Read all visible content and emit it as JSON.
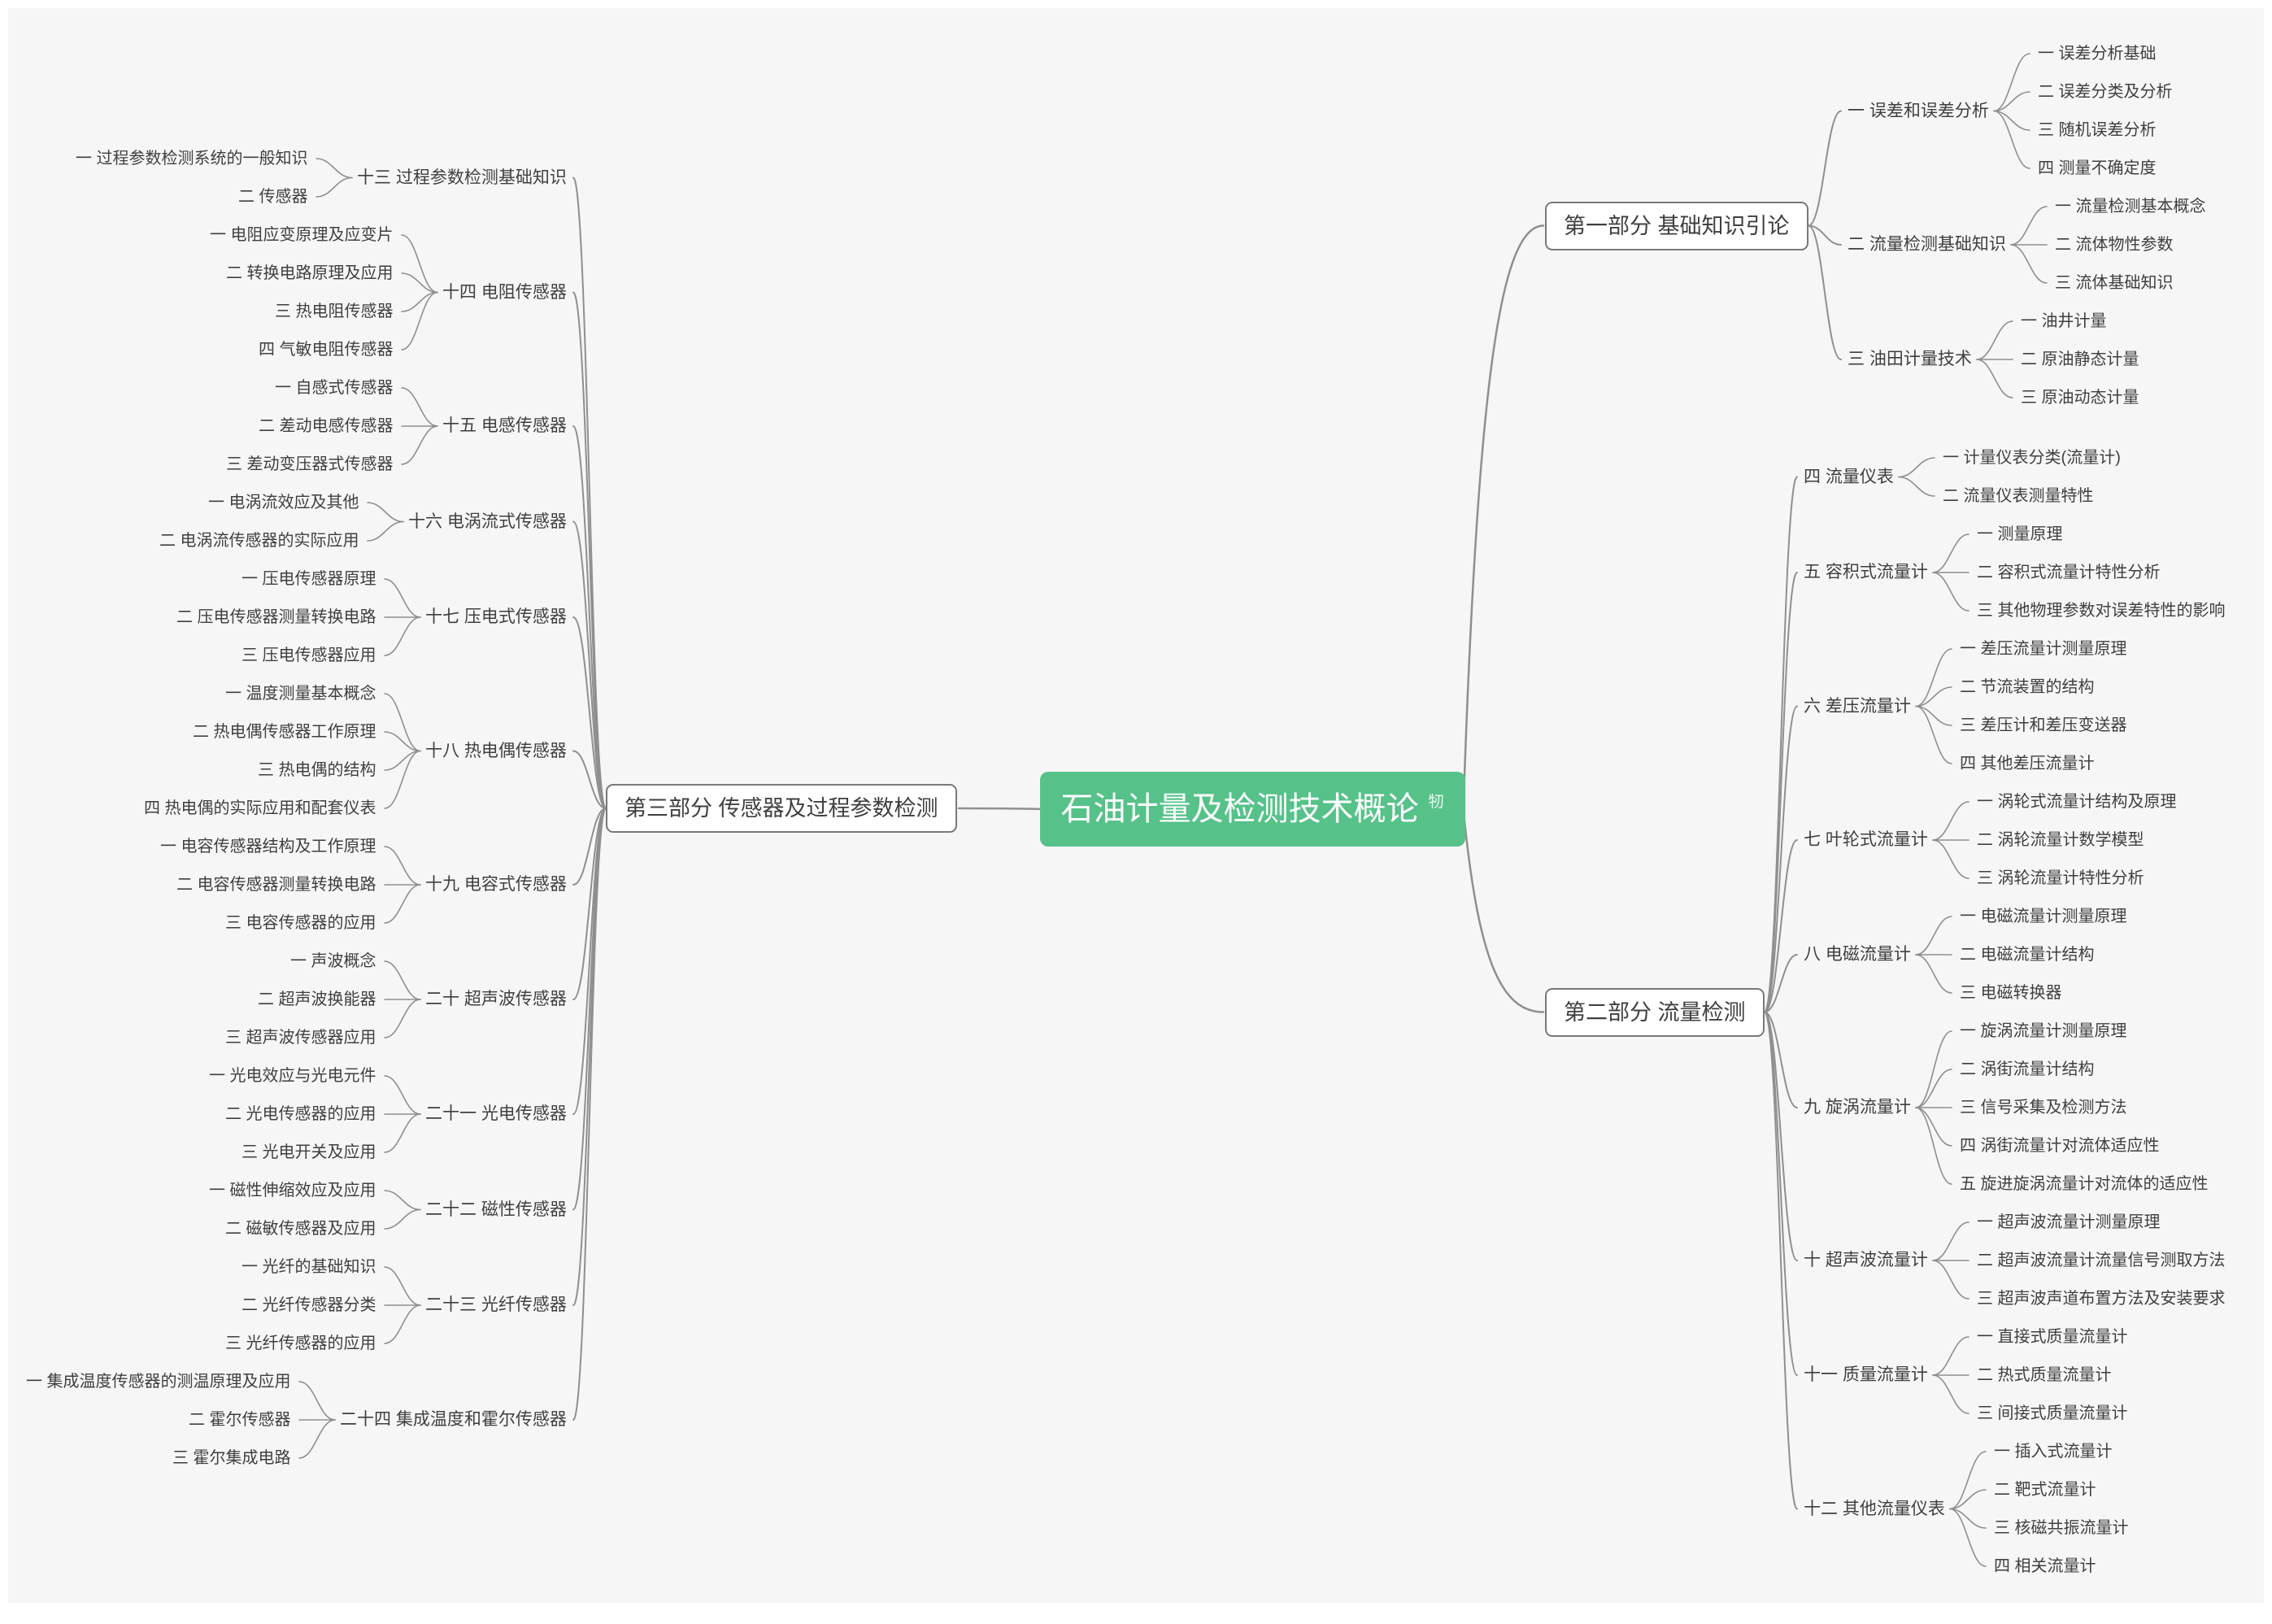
{
  "colors": {
    "canvas_bg": "#f6f6f6",
    "frame": "#ffffff",
    "line": "#8f8f8f",
    "text": "#3f3f3f",
    "part_border": "#787878",
    "part_bg": "#ffffff",
    "root_bg": "#56c289",
    "root_text": "#ffffff"
  },
  "root": {
    "label": "石油计量及检测技术概论",
    "badge": "牣"
  },
  "parts": [
    {
      "label": "第一部分 基础知识引论",
      "side": "right",
      "chapters": [
        {
          "label": "一 误差和误差分析",
          "children": [
            "一 误差分析基础",
            "二 误差分类及分析",
            "三 随机误差分析",
            "四 测量不确定度"
          ]
        },
        {
          "label": "二 流量检测基础知识",
          "children": [
            "一 流量检测基本概念",
            "二 流体物性参数",
            "三 流体基础知识"
          ]
        },
        {
          "label": "三 油田计量技术",
          "children": [
            "一 油井计量",
            "二 原油静态计量",
            "三 原油动态计量"
          ]
        }
      ]
    },
    {
      "label": "第二部分 流量检测",
      "side": "right",
      "chapters": [
        {
          "label": "四 流量仪表",
          "children": [
            "一 计量仪表分类(流量计)",
            "二 流量仪表测量特性"
          ]
        },
        {
          "label": "五 容积式流量计",
          "children": [
            "一 测量原理",
            "二 容积式流量计特性分析",
            "三 其他物理参数对误差特性的影响"
          ]
        },
        {
          "label": "六 差压流量计",
          "children": [
            "一 差压流量计测量原理",
            "二 节流装置的结构",
            "三 差压计和差压变送器",
            "四 其他差压流量计"
          ]
        },
        {
          "label": "七 叶轮式流量计",
          "children": [
            "一 涡轮式流量计结构及原理",
            "二 涡轮流量计数学模型",
            "三 涡轮流量计特性分析"
          ]
        },
        {
          "label": "八 电磁流量计",
          "children": [
            "一 电磁流量计测量原理",
            "二 电磁流量计结构",
            "三 电磁转换器"
          ]
        },
        {
          "label": "九 旋涡流量计",
          "children": [
            "一 旋涡流量计测量原理",
            "二 涡街流量计结构",
            "三 信号采集及检测方法",
            "四 涡街流量计对流体适应性",
            "五 旋进旋涡流量计对流体的适应性"
          ]
        },
        {
          "label": "十 超声波流量计",
          "children": [
            "一 超声波流量计测量原理",
            "二 超声波流量计流量信号测取方法",
            "三 超声波声道布置方法及安装要求"
          ]
        },
        {
          "label": "十一 质量流量计",
          "children": [
            "一 直接式质量流量计",
            "二 热式质量流量计",
            "三 间接式质量流量计"
          ]
        },
        {
          "label": "十二 其他流量仪表",
          "children": [
            "一 插入式流量计",
            "二 靶式流量计",
            "三 核磁共振流量计",
            "四 相关流量计"
          ]
        }
      ]
    },
    {
      "label": "第三部分 传感器及过程参数检测",
      "side": "left",
      "chapters": [
        {
          "label": "十三 过程参数检测基础知识",
          "children": [
            "一 过程参数检测系统的一般知识",
            "二 传感器"
          ]
        },
        {
          "label": "十四 电阻传感器",
          "children": [
            "一 电阻应变原理及应变片",
            "二 转换电路原理及应用",
            "三 热电阻传感器",
            "四 气敏电阻传感器"
          ]
        },
        {
          "label": "十五 电感传感器",
          "children": [
            "一 自感式传感器",
            "二 差动电感传感器",
            "三 差动变压器式传感器"
          ]
        },
        {
          "label": "十六 电涡流式传感器",
          "children": [
            "一 电涡流效应及其他",
            "二 电涡流传感器的实际应用"
          ]
        },
        {
          "label": "十七 压电式传感器",
          "children": [
            "一 压电传感器原理",
            "二 压电传感器测量转换电路",
            "三 压电传感器应用"
          ]
        },
        {
          "label": "十八 热电偶传感器",
          "children": [
            "一 温度测量基本概念",
            "二 热电偶传感器工作原理",
            "三 热电偶的结构",
            "四 热电偶的实际应用和配套仪表"
          ]
        },
        {
          "label": "十九 电容式传感器",
          "children": [
            "一 电容传感器结构及工作原理",
            "二 电容传感器测量转换电路",
            "三 电容传感器的应用"
          ]
        },
        {
          "label": "二十 超声波传感器",
          "children": [
            "一 声波概念",
            "二 超声波换能器",
            "三 超声波传感器应用"
          ]
        },
        {
          "label": "二十一 光电传感器",
          "children": [
            "一 光电效应与光电元件",
            "二 光电传感器的应用",
            "三 光电开关及应用"
          ]
        },
        {
          "label": "二十二 磁性传感器",
          "children": [
            "一 磁性伸缩效应及应用",
            "二 磁敏传感器及应用"
          ]
        },
        {
          "label": "二十三 光纤传感器",
          "children": [
            "一 光纤的基础知识",
            "二 光纤传感器分类",
            "三 光纤传感器的应用"
          ]
        },
        {
          "label": "二十四 集成温度和霍尔传感器",
          "children": [
            "一 集成温度传感器的测温原理及应用",
            "二 霍尔传感器",
            "三 霍尔集成电路"
          ]
        }
      ]
    }
  ]
}
